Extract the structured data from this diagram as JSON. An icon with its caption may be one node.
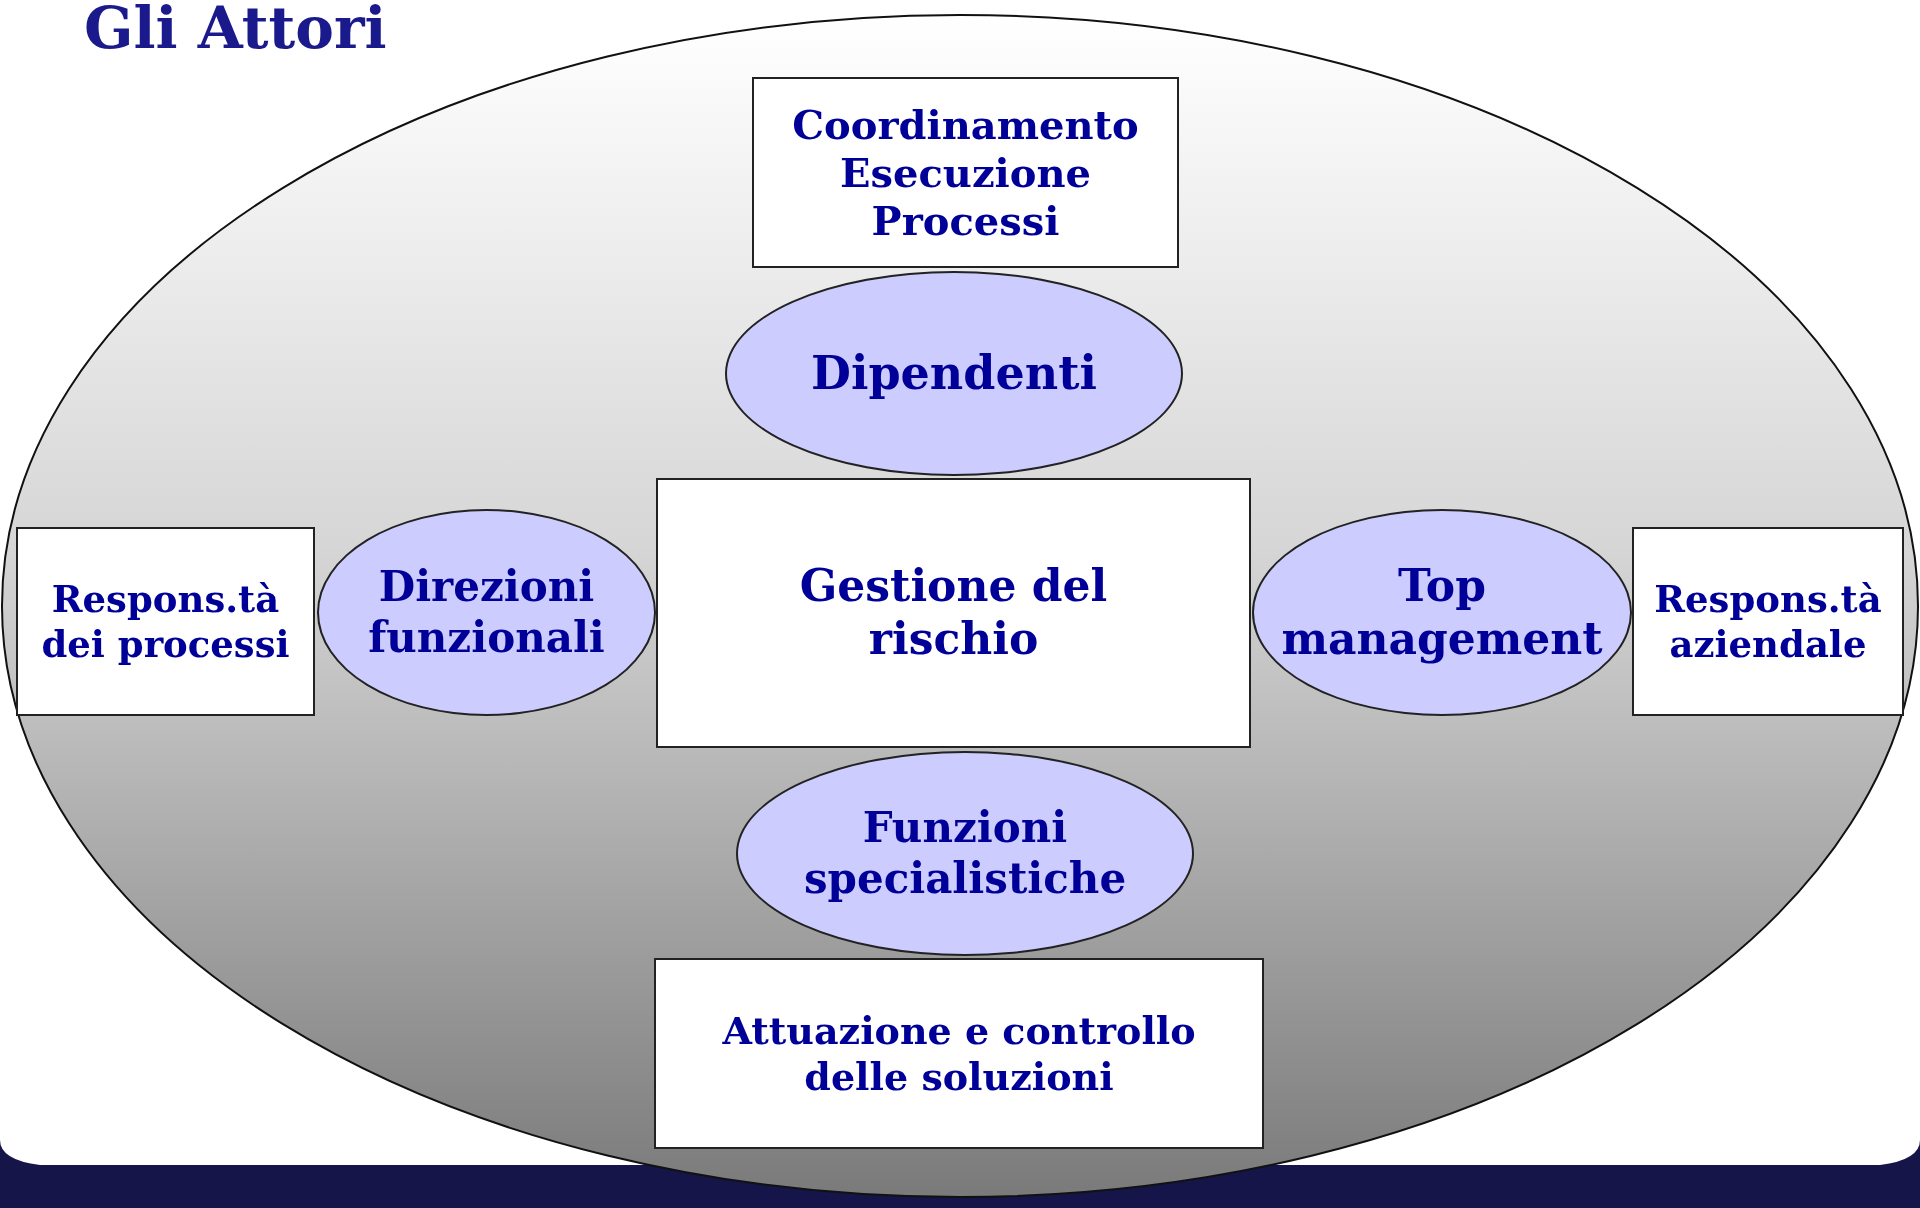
{
  "diagram": {
    "title": "Gli Attori",
    "nodes": [
      {
        "text": [
          "Coordinamento Esecuzione Processi"
        ]
      },
      {
        "text": [
          "Dipendenti"
        ]
      },
      {
        "text": [
          "Respons.tà dei processi"
        ]
      },
      {
        "text": [
          "Direzioni funzionali"
        ]
      },
      {
        "text": [
          "Gestione del rischio"
        ]
      },
      {
        "text": [
          "Top management"
        ]
      },
      {
        "text": [
          "Respons.tà aziendale"
        ]
      },
      {
        "text": [
          "Funzioni specialistiche"
        ]
      },
      {
        "text": [
          "Attuazione e controllo delle soluzioni"
        ]
      }
    ],
    "edges": []
  }
}
